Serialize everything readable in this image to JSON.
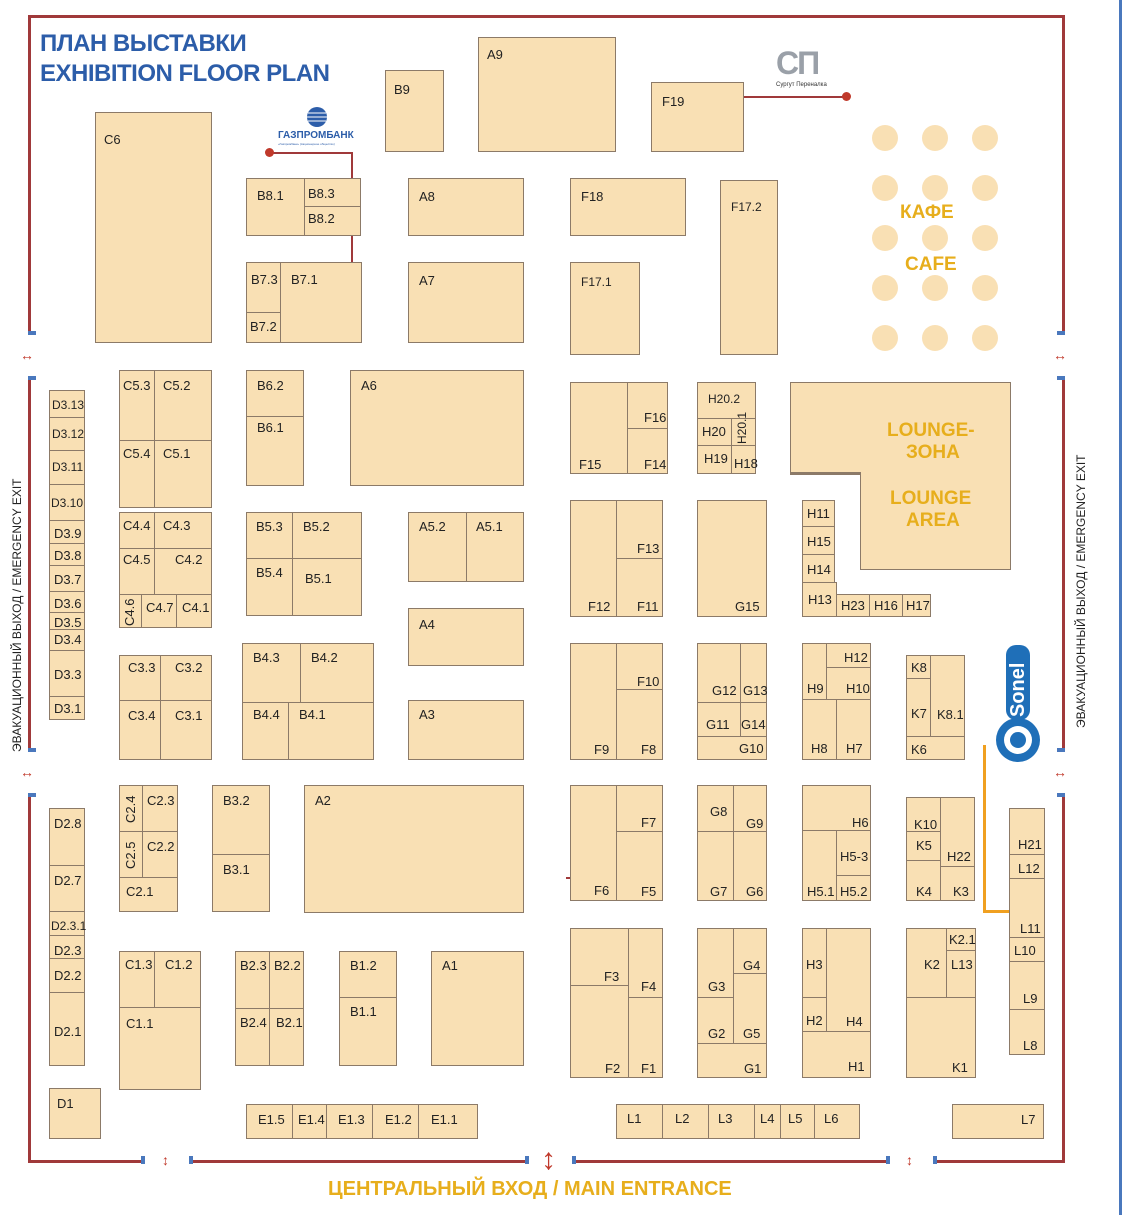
{
  "title": {
    "ru": "ПЛАН ВЫСТАВКИ",
    "en": "EXHIBITION FLOOR PLAN"
  },
  "cafe": {
    "ru": "КАФЕ",
    "en": "CAFE"
  },
  "lounge": {
    "ru_line1": "LOUNGE-",
    "ru_line2": "ЗОНА",
    "en_line1": "LOUNGE",
    "en_line2": "AREA"
  },
  "emergency_exit_label": "ЭВАКУАЦИОННЫЙ ВЫХОД / EMERGENCY EXIT",
  "main_entrance": "ЦЕНТРАЛЬНЫЙ ВХОД / MAIN ENTRANCE",
  "logos": {
    "gazprombank": {
      "name": "ГАЗПРОМБАНК",
      "subtitle": "«Газпромбанк» (Акционерное общество)"
    },
    "surgut": {
      "mark": "СП",
      "name": "Сургут Переналка"
    },
    "sonel": {
      "name": "Sonel"
    }
  },
  "colors": {
    "stand_fill": "#f9e0b4",
    "stand_border": "#8c7a68",
    "wall": "#a0393a",
    "accent_blue": "#2c5da9",
    "accent_yellow": "#e7ae1c",
    "marker_red": "#c0392b",
    "marker_orange": "#f0a020"
  },
  "stands": [
    "C6",
    "B9",
    "A9",
    "F19",
    "B8.1",
    "B8.3",
    "B8.2",
    "A8",
    "F18",
    "F17.2",
    "B7.3",
    "B7.1",
    "B7.2",
    "A7",
    "F17.1",
    "C5.3",
    "C5.2",
    "C5.4",
    "C5.1",
    "B6.2",
    "B6.1",
    "A6",
    "F15",
    "F16",
    "F14",
    "H20.2",
    "H20",
    "H20.1",
    "H19",
    "H18",
    "D3.13",
    "D3.12",
    "D3.11",
    "D3.10",
    "D3.9",
    "D3.8",
    "D3.7",
    "D3.6",
    "D3.5",
    "D3.4",
    "D3.3",
    "D3.1",
    "C4.4",
    "C4.3",
    "C4.5",
    "C4.2",
    "C4.6",
    "C4.7",
    "C4.1",
    "B5.3",
    "B5.2",
    "B5.4",
    "B5.1",
    "A5.2",
    "A5.1",
    "F12",
    "F13",
    "F11",
    "G15",
    "H11",
    "H15",
    "H14",
    "H13",
    "H23",
    "H16",
    "H17",
    "C3.3",
    "C3.2",
    "C3.4",
    "C3.1",
    "B4.3",
    "B4.2",
    "B4.4",
    "B4.1",
    "A4",
    "A3",
    "F9",
    "F10",
    "F8",
    "G12",
    "G13",
    "G11",
    "G14",
    "G10",
    "H12",
    "H9",
    "H10",
    "H8",
    "H7",
    "K8",
    "K7",
    "K8.1",
    "K6",
    "D2.8",
    "D2.7",
    "D2.3.1",
    "D2.3",
    "D2.2",
    "D2.1",
    "C2.4",
    "C2.3",
    "C2.5",
    "C2.2",
    "C2.1",
    "B3.2",
    "B3.1",
    "A2",
    "F7",
    "F6",
    "F5",
    "G8",
    "G9",
    "G7",
    "G6",
    "H6",
    "H5-3",
    "H5.1",
    "H5.2",
    "K10",
    "K5",
    "K4",
    "H22",
    "K3",
    "H21",
    "L12",
    "L11",
    "L10",
    "L9",
    "L8",
    "C1.3",
    "C1.2",
    "C1.1",
    "B2.3",
    "B2.2",
    "B2.4",
    "B2.1",
    "B1.2",
    "B1.1",
    "A1",
    "F3",
    "F4",
    "F2",
    "F1",
    "G3",
    "G4",
    "G2",
    "G5",
    "G1",
    "H3",
    "H2",
    "H4",
    "H1",
    "K2",
    "K2.1",
    "L13",
    "K1",
    "D1",
    "E1.5",
    "E1.4",
    "E1.3",
    "E1.2",
    "E1.1",
    "L1",
    "L2",
    "L3",
    "L4",
    "L5",
    "L6",
    "L7"
  ]
}
